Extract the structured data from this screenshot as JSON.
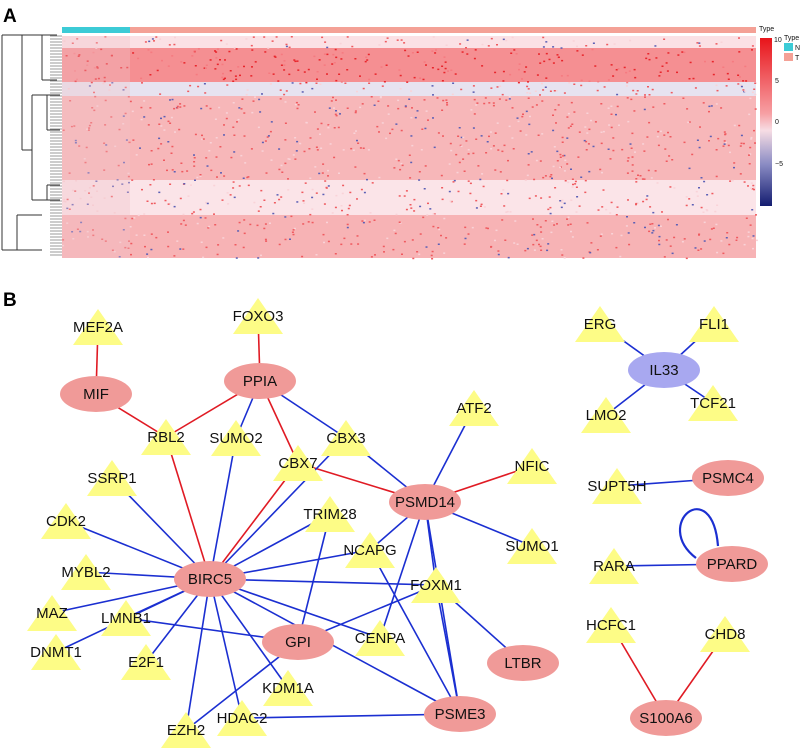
{
  "panel_a": {
    "letter": "A",
    "annotation_title": "Type",
    "legend_ticks": [
      "10",
      "5",
      "0",
      "−5"
    ],
    "type_legend_title": "Type",
    "type_legend": [
      {
        "label": "N",
        "color": "#3ccbd6"
      },
      {
        "label": "T",
        "color": "#f4a196"
      }
    ],
    "colors": {
      "high": "#e8141a",
      "mid": "#f7dde4",
      "low": "#131c70",
      "normal": "#3ccbd6",
      "tumor": "#f4a196"
    }
  },
  "panel_b": {
    "letter": "B",
    "colors": {
      "gene_node": "#f09a98",
      "tf_node": "#fdfc86",
      "lnc_node": "#a8a8f0",
      "positive_edge": "#e01b24",
      "negative_edge": "#1b2fd1"
    },
    "nodes": [
      {
        "id": "MEF2A",
        "label": "MEF2A",
        "shape": "triangle"
      },
      {
        "id": "FOXO3",
        "label": "FOXO3",
        "shape": "triangle"
      },
      {
        "id": "MIF",
        "label": "MIF",
        "shape": "ellipse"
      },
      {
        "id": "PPIA",
        "label": "PPIA",
        "shape": "ellipse"
      },
      {
        "id": "RBL2",
        "label": "RBL2",
        "shape": "triangle"
      },
      {
        "id": "SUMO2",
        "label": "SUMO2",
        "shape": "triangle"
      },
      {
        "id": "CBX3",
        "label": "CBX3",
        "shape": "triangle"
      },
      {
        "id": "ATF2",
        "label": "ATF2",
        "shape": "triangle"
      },
      {
        "id": "CBX7",
        "label": "CBX7",
        "shape": "triangle"
      },
      {
        "id": "NFIC",
        "label": "NFIC",
        "shape": "triangle"
      },
      {
        "id": "SSRP1",
        "label": "SSRP1",
        "shape": "triangle"
      },
      {
        "id": "PSMD14",
        "label": "PSMD14",
        "shape": "ellipse"
      },
      {
        "id": "TRIM28",
        "label": "TRIM28",
        "shape": "triangle"
      },
      {
        "id": "CDK2",
        "label": "CDK2",
        "shape": "triangle"
      },
      {
        "id": "SUMO1",
        "label": "SUMO1",
        "shape": "triangle"
      },
      {
        "id": "NCAPG",
        "label": "NCAPG",
        "shape": "triangle"
      },
      {
        "id": "MYBL2",
        "label": "MYBL2",
        "shape": "triangle"
      },
      {
        "id": "BIRC5",
        "label": "BIRC5",
        "shape": "ellipse"
      },
      {
        "id": "FOXM1",
        "label": "FOXM1",
        "shape": "triangle"
      },
      {
        "id": "MAZ",
        "label": "MAZ",
        "shape": "triangle"
      },
      {
        "id": "LMNB1",
        "label": "LMNB1",
        "shape": "triangle"
      },
      {
        "id": "GPI",
        "label": "GPI",
        "shape": "ellipse"
      },
      {
        "id": "CENPA",
        "label": "CENPA",
        "shape": "triangle"
      },
      {
        "id": "DNMT1",
        "label": "DNMT1",
        "shape": "triangle"
      },
      {
        "id": "LTBR",
        "label": "LTBR",
        "shape": "ellipse"
      },
      {
        "id": "E2F1",
        "label": "E2F1",
        "shape": "triangle"
      },
      {
        "id": "KDM1A",
        "label": "KDM1A",
        "shape": "triangle"
      },
      {
        "id": "EZH2",
        "label": "EZH2",
        "shape": "triangle"
      },
      {
        "id": "HDAC2",
        "label": "HDAC2",
        "shape": "triangle"
      },
      {
        "id": "PSME3",
        "label": "PSME3",
        "shape": "ellipse"
      },
      {
        "id": "ERG",
        "label": "ERG",
        "shape": "triangle"
      },
      {
        "id": "FLI1",
        "label": "FLI1",
        "shape": "triangle"
      },
      {
        "id": "IL33",
        "label": "IL33",
        "shape": "ellipse-lnc"
      },
      {
        "id": "LMO2",
        "label": "LMO2",
        "shape": "triangle"
      },
      {
        "id": "TCF21",
        "label": "TCF21",
        "shape": "triangle"
      },
      {
        "id": "SUPT5H",
        "label": "SUPT5H",
        "shape": "triangle"
      },
      {
        "id": "PSMC4",
        "label": "PSMC4",
        "shape": "ellipse"
      },
      {
        "id": "RARA",
        "label": "RARA",
        "shape": "triangle"
      },
      {
        "id": "PPARD",
        "label": "PPARD",
        "shape": "ellipse"
      },
      {
        "id": "HCFC1",
        "label": "HCFC1",
        "shape": "triangle"
      },
      {
        "id": "CHD8",
        "label": "CHD8",
        "shape": "triangle"
      },
      {
        "id": "S100A6",
        "label": "S100A6",
        "shape": "ellipse"
      }
    ],
    "edges": [
      {
        "source": "MEF2A",
        "target": "MIF",
        "type": "positive"
      },
      {
        "source": "FOXO3",
        "target": "PPIA",
        "type": "positive"
      },
      {
        "source": "MIF",
        "target": "RBL2",
        "type": "positive"
      },
      {
        "source": "PPIA",
        "target": "RBL2",
        "type": "positive"
      },
      {
        "source": "PPIA",
        "target": "SUMO2",
        "type": "negative"
      },
      {
        "source": "PPIA",
        "target": "CBX7",
        "type": "positive"
      },
      {
        "source": "PPIA",
        "target": "CBX3",
        "type": "negative"
      },
      {
        "source": "CBX7",
        "target": "PSMD14",
        "type": "positive"
      },
      {
        "source": "CBX3",
        "target": "PSMD14",
        "type": "negative"
      },
      {
        "source": "ATF2",
        "target": "PSMD14",
        "type": "negative"
      },
      {
        "source": "NFIC",
        "target": "PSMD14",
        "type": "positive"
      },
      {
        "source": "SUMO1",
        "target": "PSMD14",
        "type": "negative"
      },
      {
        "source": "NCAPG",
        "target": "PSMD14",
        "type": "negative"
      },
      {
        "source": "FOXM1",
        "target": "PSMD14",
        "type": "negative"
      },
      {
        "source": "CENPA",
        "target": "PSMD14",
        "type": "negative"
      },
      {
        "source": "PSME3",
        "target": "PSMD14",
        "type": "negative"
      },
      {
        "source": "RBL2",
        "target": "BIRC5",
        "type": "positive"
      },
      {
        "source": "SUMO2",
        "target": "BIRC5",
        "type": "negative"
      },
      {
        "source": "CBX7",
        "target": "BIRC5",
        "type": "positive"
      },
      {
        "source": "CBX3",
        "target": "BIRC5",
        "type": "negative"
      },
      {
        "source": "TRIM28",
        "target": "BIRC5",
        "type": "negative"
      },
      {
        "source": "NCAPG",
        "target": "BIRC5",
        "type": "negative"
      },
      {
        "source": "SSRP1",
        "target": "BIRC5",
        "type": "negative"
      },
      {
        "source": "CDK2",
        "target": "BIRC5",
        "type": "negative"
      },
      {
        "source": "MYBL2",
        "target": "BIRC5",
        "type": "negative"
      },
      {
        "source": "MAZ",
        "target": "BIRC5",
        "type": "negative"
      },
      {
        "source": "DNMT1",
        "target": "BIRC5",
        "type": "negative"
      },
      {
        "source": "LMNB1",
        "target": "BIRC5",
        "type": "negative"
      },
      {
        "source": "E2F1",
        "target": "BIRC5",
        "type": "negative"
      },
      {
        "source": "EZH2",
        "target": "BIRC5",
        "type": "negative"
      },
      {
        "source": "HDAC2",
        "target": "BIRC5",
        "type": "negative"
      },
      {
        "source": "KDM1A",
        "target": "BIRC5",
        "type": "negative"
      },
      {
        "source": "FOXM1",
        "target": "BIRC5",
        "type": "negative"
      },
      {
        "source": "CENPA",
        "target": "BIRC5",
        "type": "negative"
      },
      {
        "source": "PSME3",
        "target": "BIRC5",
        "type": "negative"
      },
      {
        "source": "TRIM28",
        "target": "GPI",
        "type": "negative"
      },
      {
        "source": "LMNB1",
        "target": "GPI",
        "type": "negative"
      },
      {
        "source": "FOXM1",
        "target": "GPI",
        "type": "negative"
      },
      {
        "source": "EZH2",
        "target": "GPI",
        "type": "negative"
      },
      {
        "source": "FOXM1",
        "target": "LTBR",
        "type": "negative"
      },
      {
        "source": "FOXM1",
        "target": "PSME3",
        "type": "negative"
      },
      {
        "source": "NCAPG",
        "target": "PSME3",
        "type": "negative"
      },
      {
        "source": "HDAC2",
        "target": "PSME3",
        "type": "negative"
      },
      {
        "source": "ERG",
        "target": "IL33",
        "type": "negative"
      },
      {
        "source": "FLI1",
        "target": "IL33",
        "type": "negative"
      },
      {
        "source": "LMO2",
        "target": "IL33",
        "type": "negative"
      },
      {
        "source": "TCF21",
        "target": "IL33",
        "type": "negative"
      },
      {
        "source": "SUPT5H",
        "target": "PSMC4",
        "type": "negative"
      },
      {
        "source": "RARA",
        "target": "PPARD",
        "type": "negative"
      },
      {
        "source": "PPARD",
        "target": "PPARD",
        "type": "negative"
      },
      {
        "source": "HCFC1",
        "target": "S100A6",
        "type": "positive"
      },
      {
        "source": "CHD8",
        "target": "S100A6",
        "type": "positive"
      }
    ]
  }
}
